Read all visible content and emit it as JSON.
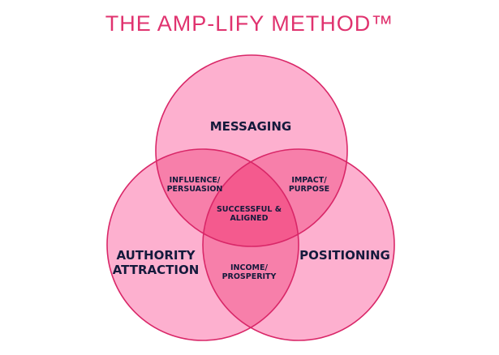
{
  "title": "THE AMP-LIFY METHOD™",
  "colors": {
    "title": "#e0336f",
    "circle_fill": "#fdb0cf",
    "pair_overlap_fill": "#f77faa",
    "center_overlap_fill": "#f45a8e",
    "stroke": "#d92768",
    "label": "#141a3c"
  },
  "circles": [
    {
      "id": "messaging",
      "label_lines": [
        "MESSAGING"
      ]
    },
    {
      "id": "authority",
      "label_lines": [
        "AUTHORITY",
        "ATTRACTION"
      ]
    },
    {
      "id": "positioning",
      "label_lines": [
        "POSITIONING"
      ]
    }
  ],
  "overlaps": [
    {
      "id": "messaging-authority",
      "label_lines": [
        "INFLUENCE/",
        "PERSUASION"
      ]
    },
    {
      "id": "messaging-positioning",
      "label_lines": [
        "IMPACT/",
        "PURPOSE"
      ]
    },
    {
      "id": "authority-positioning",
      "label_lines": [
        "INCOME/",
        "PROSPERITY"
      ]
    },
    {
      "id": "center",
      "label_lines": [
        "SUCCESSFUL &",
        "ALIGNED"
      ]
    }
  ]
}
